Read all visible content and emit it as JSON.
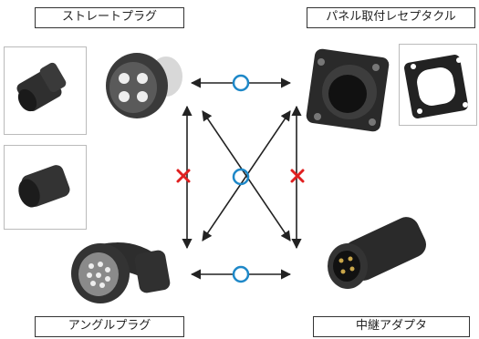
{
  "labels": {
    "straight_plug": "ストレートプラグ",
    "panel_receptacle": "パネル取付レセプタクル",
    "angle_plug": "アングルプラグ",
    "inline_adapter": "中継アダプタ"
  },
  "compatibility": {
    "straight_plug__panel_receptacle": "o",
    "angle_plug__inline_adapter": "o",
    "straight_plug__inline_adapter": "o",
    "angle_plug__panel_receptacle": "o",
    "straight_plug__angle_plug": "x",
    "panel_receptacle__inline_adapter": "x"
  },
  "colors": {
    "ok_mark": "#1e88c8",
    "ng_mark": "#e02020",
    "arrow": "#222222",
    "connector_dark": "#2b2b2b"
  },
  "icons": [
    "circle-ok-icon",
    "cross-ng-icon",
    "double-arrow-icon"
  ]
}
